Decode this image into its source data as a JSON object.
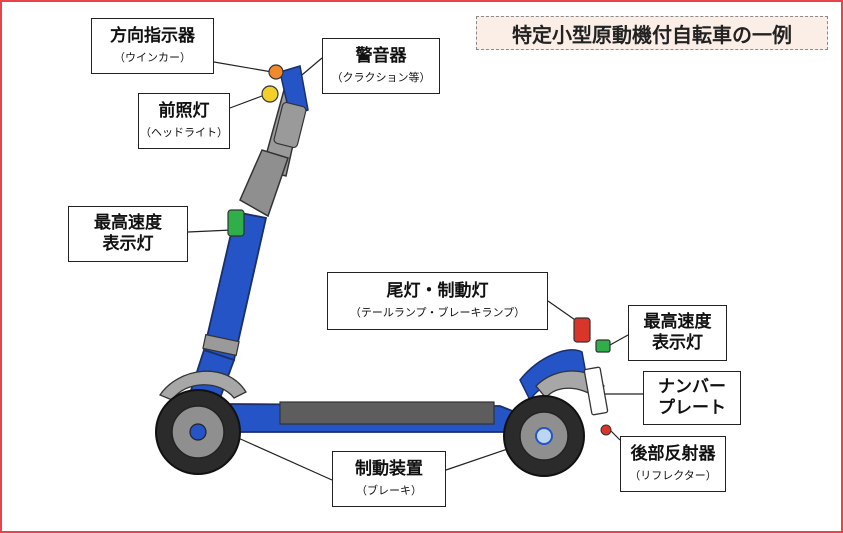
{
  "title": "特定小型原動機付自転車の一例",
  "labels": {
    "turn_signal": {
      "main": "方向指示器",
      "sub": "（ウインカー）"
    },
    "horn": {
      "main": "警音器",
      "sub": "（クラクション等）"
    },
    "headlight": {
      "main": "前照灯",
      "sub": "（ヘッドライト）"
    },
    "speed_front": {
      "line1": "最高速度",
      "line2": "表示灯"
    },
    "tail_brake": {
      "main": "尾灯・制動灯",
      "sub": "（テールランプ・ブレーキランプ）"
    },
    "speed_rear": {
      "line1": "最高速度",
      "line2": "表示灯"
    },
    "number_plate": {
      "line1": "ナンバー",
      "line2": "プレート"
    },
    "rear_reflector": {
      "main": "後部反射器",
      "sub": "（リフレクター）"
    },
    "brake": {
      "main": "制動装置",
      "sub": "（ブレーキ）"
    }
  },
  "colors": {
    "frame_border": "#e8424a",
    "scooter_blue": "#2454c6",
    "grey": "#9a9a9a",
    "tire": "#2b2b2b",
    "green_light": "#2fae4a",
    "red_light": "#d9352b",
    "orange_light": "#f08a2c",
    "yellow_light": "#f3cf2a"
  }
}
